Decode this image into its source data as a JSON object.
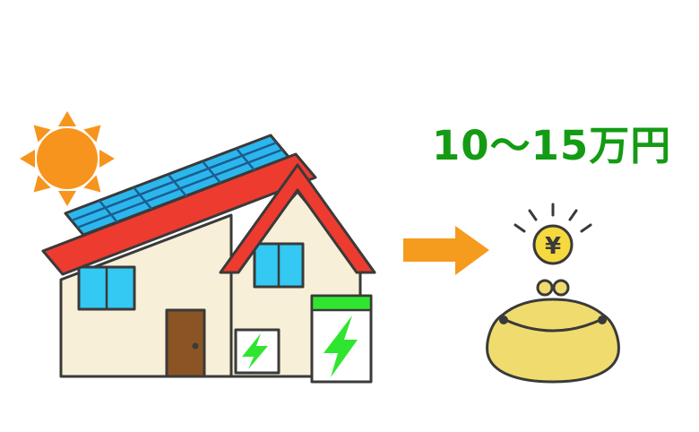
{
  "scene": {
    "description": "Solar house with storage battery producing savings",
    "amount_label": "10〜15万円",
    "coin_symbol": "¥",
    "colors": {
      "background": "#ffffff",
      "sun": "#f7941e",
      "roof": "#ed3b2f",
      "panel": "#2bb7ee",
      "panel_grid": "#1c5d8f",
      "wall": "#f7efd7",
      "window": "#33c9f2",
      "door": "#8a5424",
      "green": "#2fe52f",
      "arrow": "#f59b1e",
      "coin": "#f6d93e",
      "wallet": "#f0dc6e",
      "outline": "#3a3a3a",
      "amount_text": "#149b14"
    },
    "icons": {
      "sun-icon": "circle with 8 rays",
      "solar-panel-icon": "blue grid on roof",
      "lightning-bolt-icon": "green bolt",
      "arrow-right-icon": "→",
      "yen-coin-icon": "¥",
      "purse-icon": "clasp coin purse"
    }
  }
}
